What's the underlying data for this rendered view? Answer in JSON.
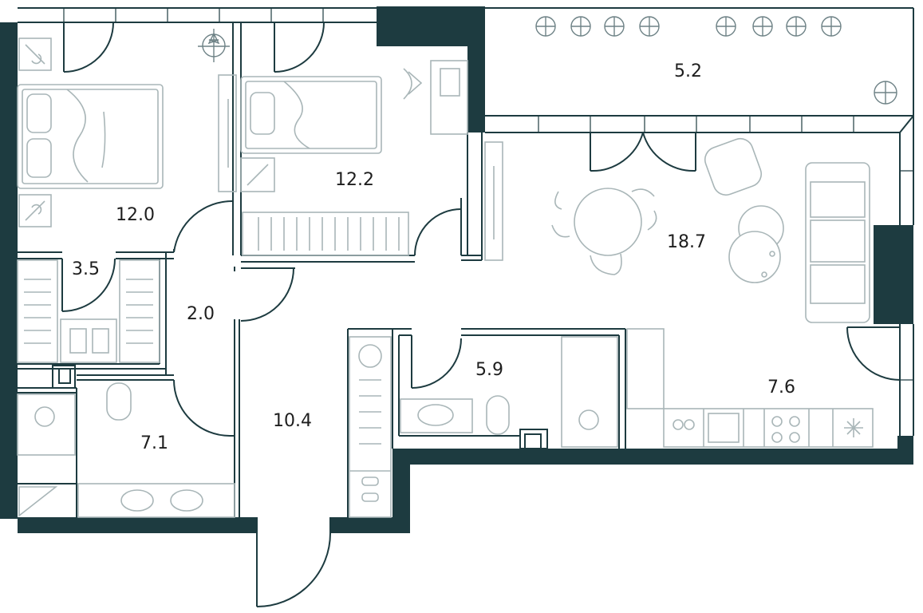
{
  "rooms": [
    {
      "id": "bedroom-1",
      "area": "12.0"
    },
    {
      "id": "bedroom-2",
      "area": "12.2"
    },
    {
      "id": "balcony",
      "area": "5.2"
    },
    {
      "id": "wardrobe",
      "area": "3.5"
    },
    {
      "id": "corridor-small",
      "area": "2.0"
    },
    {
      "id": "living-room",
      "area": "18.7"
    },
    {
      "id": "bathroom-1",
      "area": "7.1"
    },
    {
      "id": "hall",
      "area": "10.4"
    },
    {
      "id": "bathroom-2",
      "area": "5.9"
    },
    {
      "id": "kitchen",
      "area": "7.6"
    }
  ],
  "colors": {
    "wall": "#1d3b40",
    "furniture": "#a9b6b8",
    "text": "#1e1e1e"
  }
}
